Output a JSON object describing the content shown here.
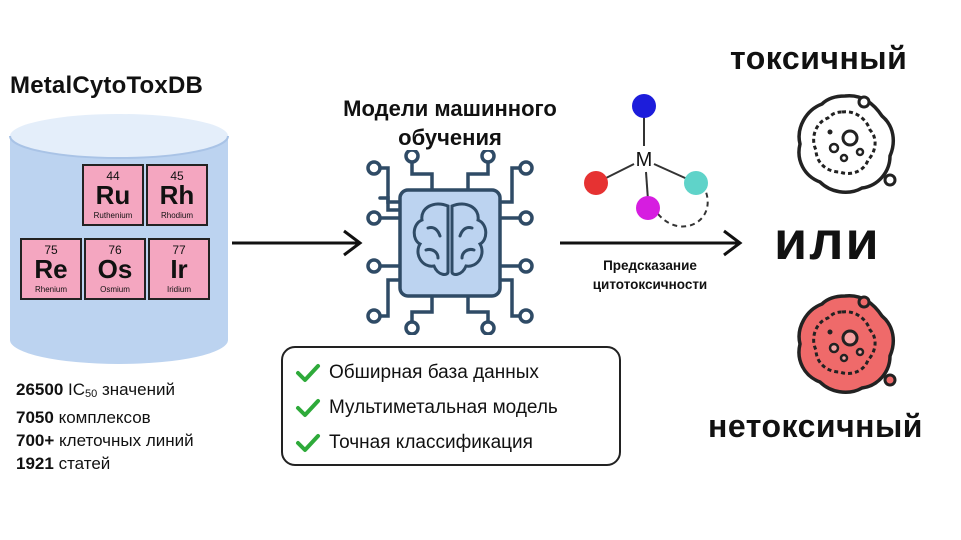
{
  "database": {
    "title": "MetalCytoToxDB",
    "elements": [
      {
        "number": "44",
        "symbol": "Ru",
        "name": "Ruthenium"
      },
      {
        "number": "45",
        "symbol": "Rh",
        "name": "Rhodium"
      },
      {
        "number": "75",
        "symbol": "Re",
        "name": "Rhenium"
      },
      {
        "number": "76",
        "symbol": "Os",
        "name": "Osmium"
      },
      {
        "number": "77",
        "symbol": "Ir",
        "name": "Iridium"
      }
    ],
    "stats": [
      {
        "value": "26500",
        "label_prefix": "IC",
        "label_sub": "50",
        "label": "значений"
      },
      {
        "value": "7050",
        "label": "комплексов"
      },
      {
        "value": "700+",
        "label": "клеточных линий"
      },
      {
        "value": "1921",
        "label": "статей"
      }
    ]
  },
  "model": {
    "title_line1": "Модели машинного",
    "title_line2": "обучения"
  },
  "features": [
    "Обширная база данных",
    "Мультиметальная модель",
    "Точная классификация"
  ],
  "molecule": {
    "center_label": "M",
    "colors": {
      "top": "#1d1ddb",
      "left": "#e63232",
      "right": "#5fd3c9",
      "bottom": "#d61de0"
    }
  },
  "prediction": {
    "line1": "Предсказание",
    "line2": "цитотоксичности"
  },
  "outcomes": {
    "toxic": "токсичный",
    "or": "или",
    "nontoxic": "нетоксичный"
  },
  "colors": {
    "cylinder": "#bcd3f0",
    "element_fill": "#f4a6c0",
    "chip": "#bcd3f0",
    "check": "#2eaa3a",
    "nontoxic_cell": "#ef6a6a"
  }
}
